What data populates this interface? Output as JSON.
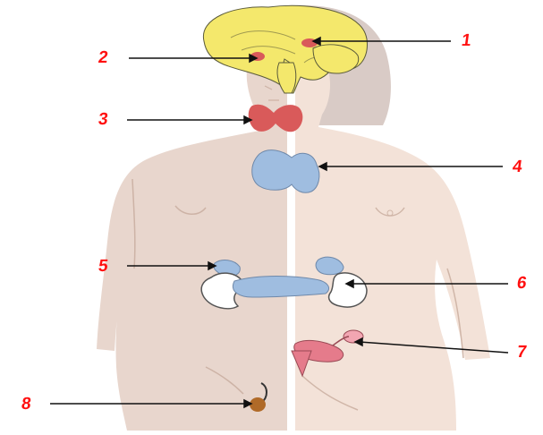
{
  "figure": {
    "label_color": "#ff1010",
    "leader_color": "#111111",
    "labels": [
      "1",
      "2",
      "3",
      "4",
      "5",
      "6",
      "7",
      "8"
    ]
  },
  "colors": {
    "male_skin": "#e7d3c9",
    "female_skin": "#f2dfd5",
    "hair": "#d7c9c4",
    "brain": "#f3e86f",
    "gland_red": "#d95a5a",
    "gland_blue": "#9fbde0",
    "kidney": "#ffffff",
    "testis": "#b06a28"
  }
}
